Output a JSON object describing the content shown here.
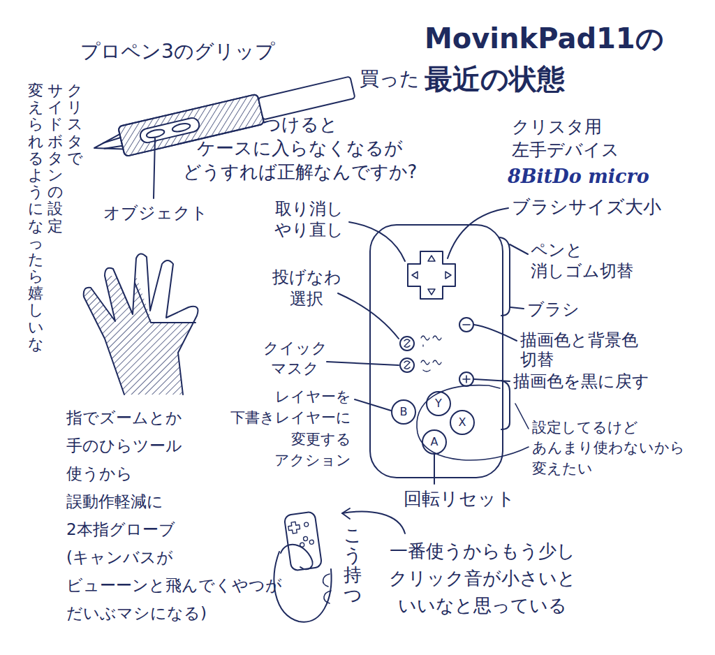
{
  "diagram": {
    "title": "MovinkPad11の 最近の状態",
    "labels": [
      "プロペン3のグリップ",
      "買った",
      "つけると ケースに入らなくなるが どうすれば正解なんですか?",
      "クリスタで",
      "サイドボタンの設定",
      "変えられるようになったら嬉しいな",
      "クリスタ用 左手デバイス",
      "8BitDo micro",
      "オブジェクト",
      "取り消し やり直し",
      "ブラシサイズ大小",
      "ペンと 消しゴム切替",
      "投げなわ 選択",
      "ブラシ",
      "描画色と背景色 切替",
      "クイック マスク",
      "描画色を黒に戻す",
      "レイヤーを 下書きレイヤーに 変更する アクション",
      "Y",
      "B",
      "X",
      "A",
      "設定してるけど あんまり使わないから 変えたい",
      "回転リセット",
      "指でズームとか 手のひらツール 使うから 誤動作軽減に 2本指グローブ (キャンバスが ビューーンと飛んでくやつが だいぶマシになる)",
      "こう持つ",
      "一番使うからもう少し クリック音が小さいと いいなと思っている"
    ]
  }
}
